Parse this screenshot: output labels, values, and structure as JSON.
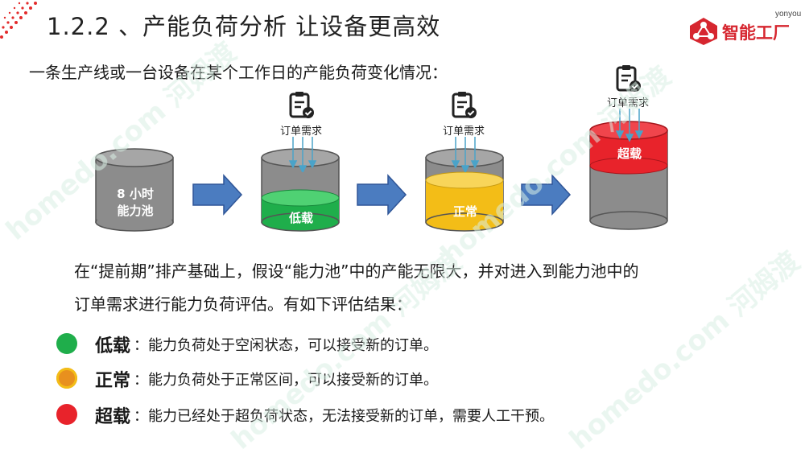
{
  "header": {
    "title": "1.2.2 、产能负荷分析   让设备更高效",
    "logo_en": "yonyou",
    "logo_text": "智能工厂"
  },
  "intro": "一条生产线或一台设备在某个工作日的产能负荷变化情况：",
  "diagram": {
    "pool_label_1": "8 小时",
    "pool_label_2": "能力池",
    "order_label": "订单需求",
    "low_label": "低载",
    "normal_label": "正常",
    "over_label": "超载"
  },
  "description": {
    "line1": "在“提前期”排产基础上，假设“能力池”中的产能无限大，并对进入到能力池中的",
    "line2": "订单需求进行能力负荷评估。有如下评估结果："
  },
  "legend": [
    {
      "term": "低载",
      "text": "：能力负荷处于空闲状态，可以接受新的订单。",
      "color": "#1fae4b"
    },
    {
      "term": "正常",
      "text": "：能力负荷处于正常区间，可以接受新的订单。",
      "color": "#e8901e"
    },
    {
      "term": "超载",
      "text": "：能力已经处于超负荷状态，无法接受新的订单，需要人工干预。",
      "color": "#e8232b"
    }
  ],
  "watermark": "homedo.com 河姆渡",
  "colors": {
    "green": "#1fae4b",
    "yellow": "#f3bd17",
    "red": "#e8232b",
    "arrow": "#4b7cc0",
    "gray": "#7f7f7f"
  }
}
